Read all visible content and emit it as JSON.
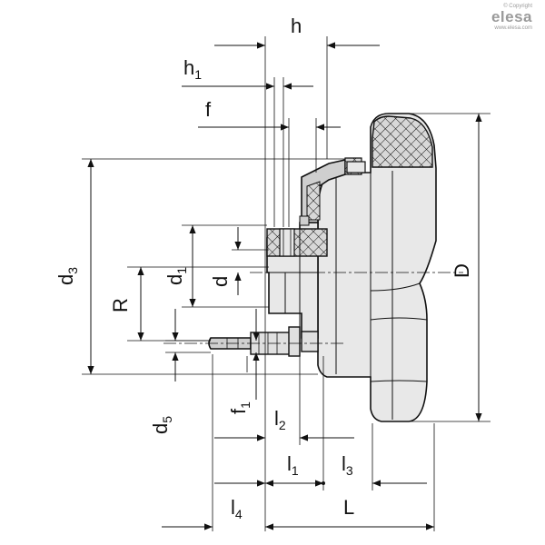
{
  "brand": {
    "copyright": "© Copyright",
    "logo": "elesa",
    "url": "www.elesa.com"
  },
  "labels": {
    "h": "h",
    "h1": {
      "main": "h",
      "sub": "1"
    },
    "f": "f",
    "d3": {
      "main": "d",
      "sub": "3"
    },
    "R": "R",
    "d1": {
      "main": "d",
      "sub": "1"
    },
    "d": "d",
    "D": "D",
    "d5": {
      "main": "d",
      "sub": "5"
    },
    "f1": {
      "main": "f",
      "sub": "1"
    },
    "l2": {
      "main": "l",
      "sub": "2"
    },
    "l1": {
      "main": "l",
      "sub": "1"
    },
    "l3": {
      "main": "l",
      "sub": "3"
    },
    "l4": {
      "main": "l",
      "sub": "4"
    },
    "L": "L"
  }
}
